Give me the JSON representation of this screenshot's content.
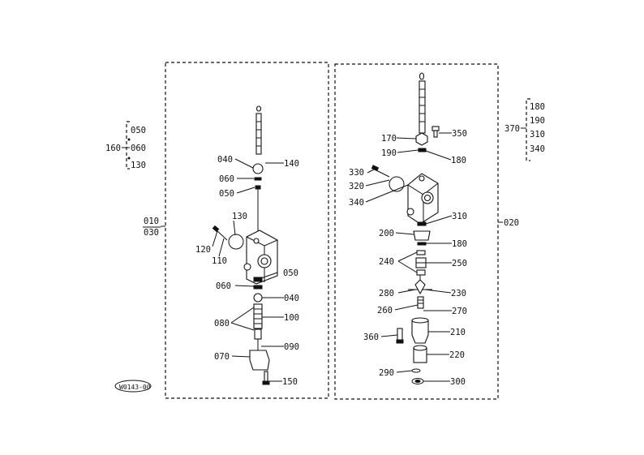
{
  "diagram_code": "W0143-00",
  "left_group": {
    "callout": "160",
    "items": [
      "050",
      "060",
      "130"
    ]
  },
  "right_group": {
    "callout": "370",
    "items": [
      "180",
      "190",
      "310",
      "340"
    ]
  },
  "assembly_labels": {
    "left_top": "010",
    "left_bottom": "030",
    "right": "020"
  },
  "left_parts": {
    "p040a": "040",
    "p140": "140",
    "p060a": "060",
    "p050a": "050",
    "p130": "130",
    "p120": "120",
    "p110": "110",
    "p050b": "050",
    "p060b": "060",
    "p040b": "040",
    "p080": "080",
    "p100": "100",
    "p090": "090",
    "p070": "070",
    "p150": "150"
  },
  "right_parts": {
    "p170": "170",
    "p350": "350",
    "p190": "190",
    "p180a": "180",
    "p330": "330",
    "p320": "320",
    "p340": "340",
    "p310": "310",
    "p200": "200",
    "p180b": "180",
    "p240": "240",
    "p250": "250",
    "p280": "280",
    "p230": "230",
    "p260": "260",
    "p270": "270",
    "p360": "360",
    "p210": "210",
    "p220": "220",
    "p290": "290",
    "p300": "300"
  }
}
